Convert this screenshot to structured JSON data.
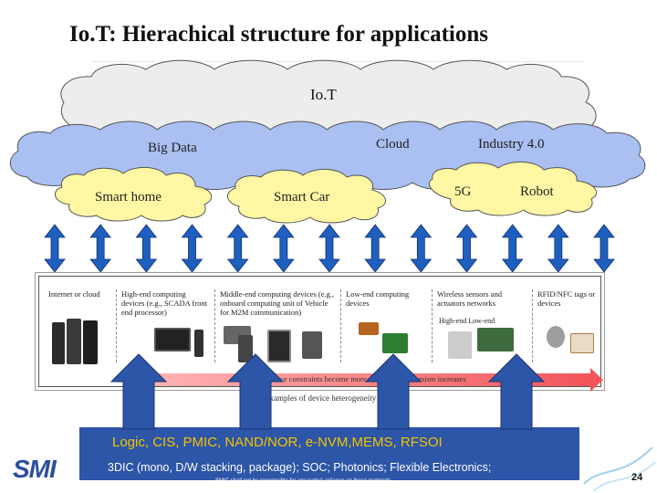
{
  "slide": {
    "title": "Io.T:  Hierachical structure for applications",
    "page_number": "24"
  },
  "cloud_labels": {
    "iot": "Io.T",
    "big_data": "Big Data",
    "cloud": "Cloud",
    "industry": "Industry 4.0",
    "smart_home": "Smart home",
    "smart_car": "Smart Car",
    "five_g": "5G",
    "robot": "Robot"
  },
  "arrow_count": 13,
  "device_panel": {
    "columns": [
      "Internet or cloud",
      "High-end computing devices (e.g., SCADA front end processor)",
      "Middle-end computing devices (e.g., onboard computing unit of Vehicle for M2M communication)",
      "Low-end computing devices",
      "Wireless sensors and actuators networks",
      "RFID/NFC tags or devices"
    ],
    "sensor_tiers": "High-end   Low-end",
    "resource_bar": "Resource constraints become more severe and dynamism increases",
    "caption": "Examples of device heterogeneity in IoT."
  },
  "process_box": {
    "line1": "Logic,  CIS, PMIC,  NAND/NOR, e-NVM,MEMS, RFSOI",
    "line2": "3DIC (mono, D/W stacking, package); SOC; Photonics; Flexible Electronics;",
    "disclaimer": "SMIC shall not be responsible for any party's reliance on these materials."
  },
  "logo": {
    "text": "SMI"
  },
  "colors": {
    "cloud_top": "#ededed",
    "cloud_mid": "#aabff2",
    "cloud_low": "#fff7a3",
    "arrow": "#1f5fbf",
    "box": "#2d55a8",
    "box_text_highlight": "#f4c400",
    "resource_bar": "#f2555a"
  }
}
